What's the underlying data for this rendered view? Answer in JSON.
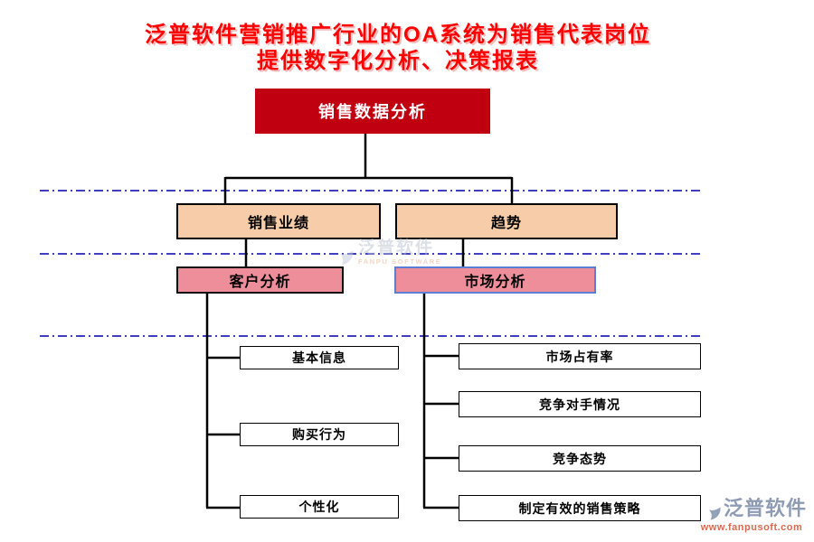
{
  "title": {
    "line1": "泛普软件营销推广行业的OA系统为销售代表岗位",
    "line2": "提供数字化分析、决策报表"
  },
  "diagram": {
    "type": "org-chart",
    "root": "销售数据分析",
    "branches": [
      {
        "label": "销售业绩",
        "child": "客户分析",
        "leaves": [
          "基本信息",
          "购买行为",
          "个性化"
        ]
      },
      {
        "label": "趋势",
        "child": "市场分析",
        "leaves": [
          "市场占有率",
          "竞争对手情况",
          "竞争态势",
          "制定有效的销售策略"
        ]
      }
    ]
  },
  "watermark": {
    "name": "泛普软件",
    "subtitle": "FANPU SOFTWARE"
  },
  "footer_logo": {
    "name": "泛普软件",
    "url": "www.fanpusoft.com"
  },
  "colors": {
    "title_red": "#fe0000",
    "root_box_fill": "#c00010",
    "level2_box_fill": "#f7cca8",
    "level3_box_fill": "#ee8e9b",
    "level3_alt_border": "#5b7fd4",
    "connector": "#000000",
    "guide_line": "#0000a8",
    "logo_gray_blue": "#8e9bb3",
    "logo_orange": "#d96a50"
  }
}
